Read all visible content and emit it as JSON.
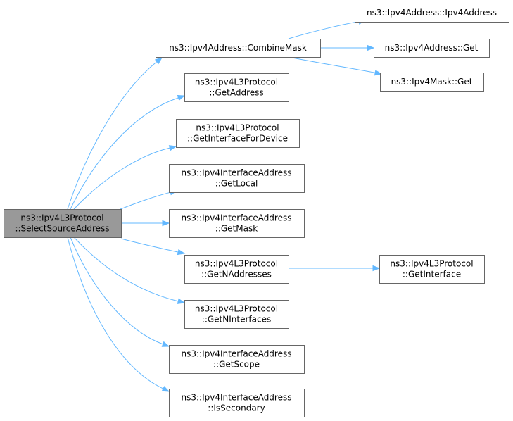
{
  "diagram": {
    "title": "",
    "colors": {
      "edge": "#63B8FF",
      "node_border": "#666666",
      "node_fill": "#ffffff",
      "root_fill": "#999999"
    },
    "nodes": [
      {
        "id": "select",
        "lines": [
          "ns3::Ipv4L3Protocol",
          "::SelectSourceAddress"
        ],
        "highlighted": true
      },
      {
        "id": "combine",
        "lines": [
          "ns3::Ipv4Address::CombineMask"
        ]
      },
      {
        "id": "getaddress",
        "lines": [
          "ns3::Ipv4L3Protocol",
          "::GetAddress"
        ]
      },
      {
        "id": "getifdev",
        "lines": [
          "ns3::Ipv4L3Protocol",
          "::GetInterfaceForDevice"
        ]
      },
      {
        "id": "getlocal",
        "lines": [
          "ns3::Ipv4InterfaceAddress",
          "::GetLocal"
        ]
      },
      {
        "id": "getmask",
        "lines": [
          "ns3::Ipv4InterfaceAddress",
          "::GetMask"
        ]
      },
      {
        "id": "getnaddr",
        "lines": [
          "ns3::Ipv4L3Protocol",
          "::GetNAddresses"
        ]
      },
      {
        "id": "getnif",
        "lines": [
          "ns3::Ipv4L3Protocol",
          "::GetNInterfaces"
        ]
      },
      {
        "id": "getscope",
        "lines": [
          "ns3::Ipv4InterfaceAddress",
          "::GetScope"
        ]
      },
      {
        "id": "issec",
        "lines": [
          "ns3::Ipv4InterfaceAddress",
          "::IsSecondary"
        ]
      },
      {
        "id": "ipv4addr",
        "lines": [
          "ns3::Ipv4Address::Ipv4Address"
        ]
      },
      {
        "id": "ipv4addrget",
        "lines": [
          "ns3::Ipv4Address::Get"
        ]
      },
      {
        "id": "maskget",
        "lines": [
          "ns3::Ipv4Mask::Get"
        ]
      },
      {
        "id": "getif",
        "lines": [
          "ns3::Ipv4L3Protocol",
          "::GetInterface"
        ]
      }
    ],
    "edges": [
      {
        "from": "select",
        "to": "combine"
      },
      {
        "from": "select",
        "to": "getaddress"
      },
      {
        "from": "select",
        "to": "getifdev"
      },
      {
        "from": "select",
        "to": "getlocal"
      },
      {
        "from": "select",
        "to": "getmask"
      },
      {
        "from": "select",
        "to": "getnaddr"
      },
      {
        "from": "select",
        "to": "getnif"
      },
      {
        "from": "select",
        "to": "getscope"
      },
      {
        "from": "select",
        "to": "issec"
      },
      {
        "from": "combine",
        "to": "ipv4addr"
      },
      {
        "from": "combine",
        "to": "ipv4addrget"
      },
      {
        "from": "combine",
        "to": "maskget"
      },
      {
        "from": "getnaddr",
        "to": "getif"
      }
    ]
  }
}
